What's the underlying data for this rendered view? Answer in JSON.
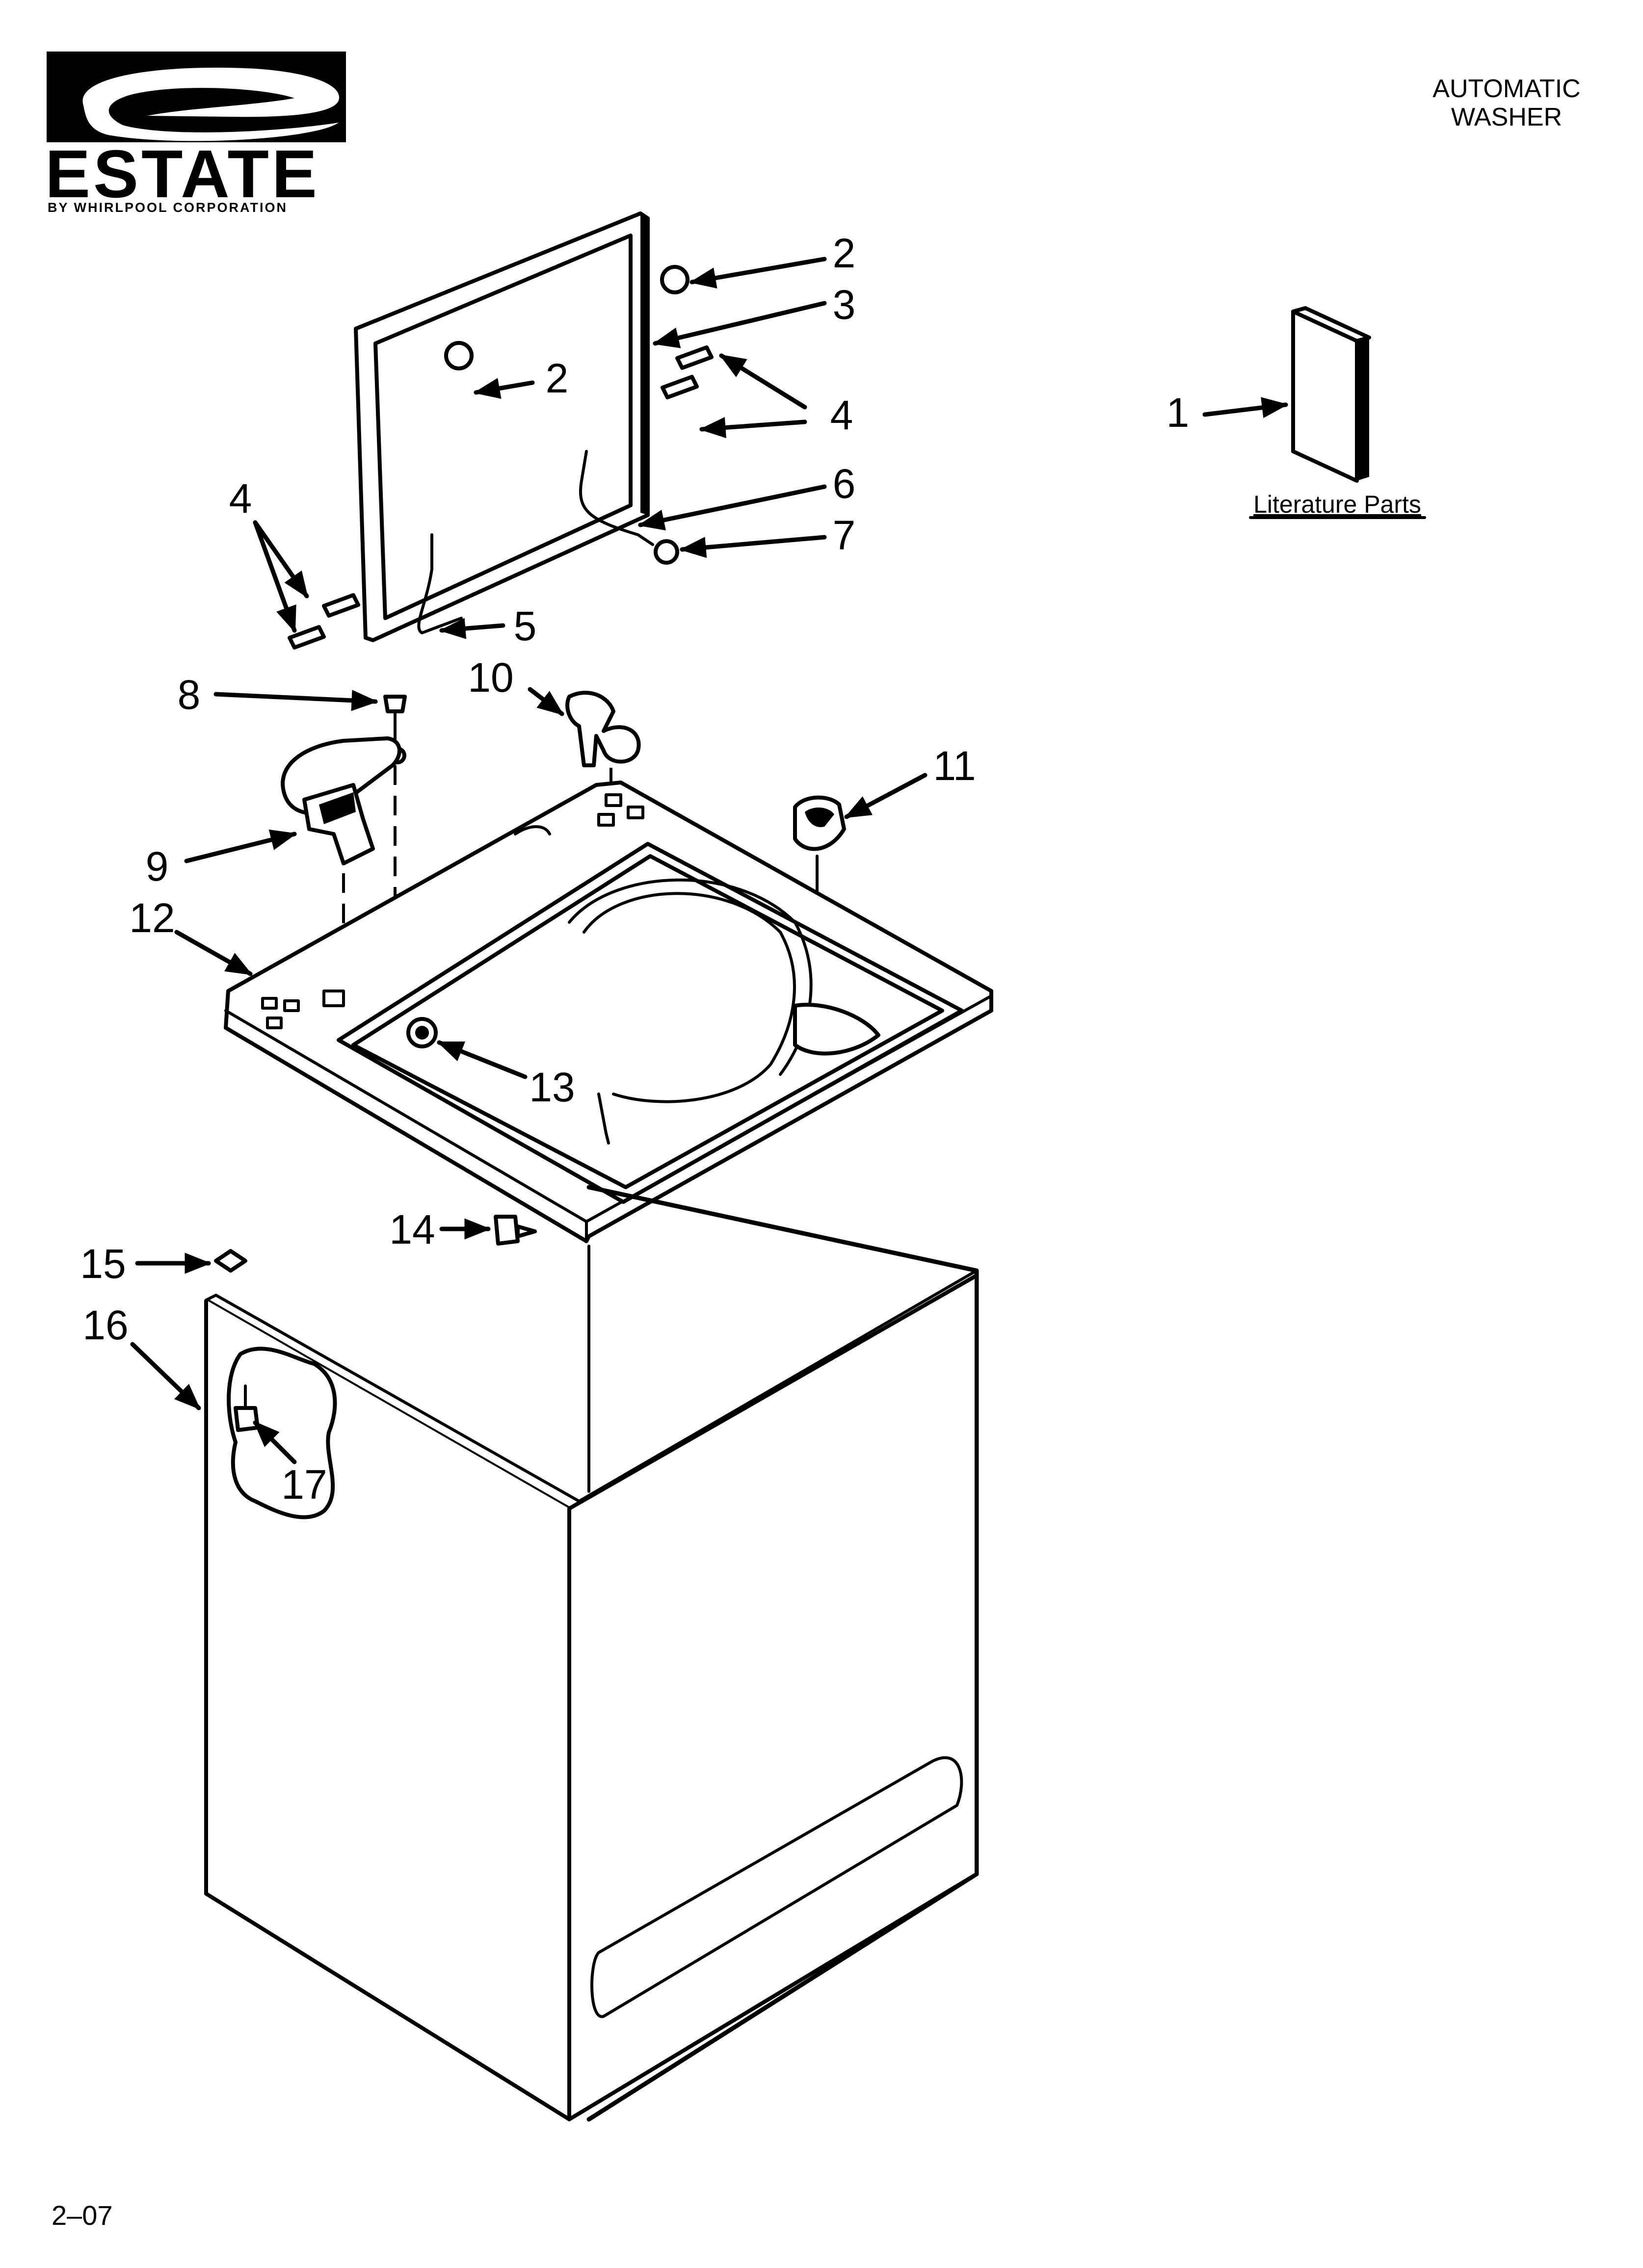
{
  "header": {
    "brand": "ESTATE",
    "brand_subtitle": "BY WHIRLPOOL CORPORATION",
    "title_line1": "AUTOMATIC",
    "title_line2": "WASHER"
  },
  "literature": {
    "label": "Literature Parts",
    "number": "1"
  },
  "callouts": {
    "c2a": "2",
    "c2b": "2",
    "c3": "3",
    "c4a": "4",
    "c4b": "4",
    "c5": "5",
    "c6": "6",
    "c7": "7",
    "c8": "8",
    "c9": "9",
    "c10": "10",
    "c11": "11",
    "c12": "12",
    "c13": "13",
    "c14": "14",
    "c15": "15",
    "c16": "16",
    "c17": "17"
  },
  "footer": {
    "page_code": "2–07"
  }
}
